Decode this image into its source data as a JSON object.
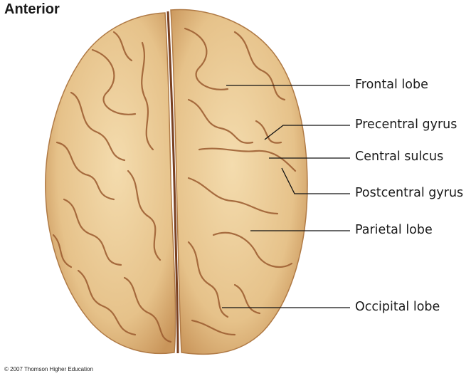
{
  "orientation_label": "Anterior",
  "labels": [
    {
      "id": "frontal-lobe",
      "text": "Frontal lobe"
    },
    {
      "id": "precentral-gyrus",
      "text": "Precentral gyrus"
    },
    {
      "id": "central-sulcus",
      "text": "Central sulcus"
    },
    {
      "id": "postcentral-gyrus",
      "text": "Postcentral gyrus"
    },
    {
      "id": "parietal-lobe",
      "text": "Parietal lobe"
    },
    {
      "id": "occipital-lobe",
      "text": "Occipital lobe"
    }
  ],
  "credit": "© 2007 Thomson Higher Education",
  "colors": {
    "tissue": "#e8c48c",
    "tissue_light": "#f3d9ab",
    "sulcus": "#8a4f28",
    "leader": "#111111"
  }
}
